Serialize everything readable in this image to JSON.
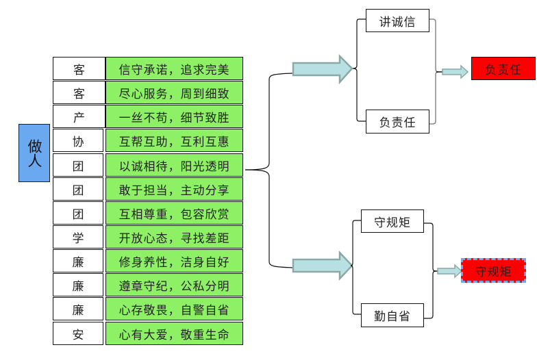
{
  "root": {
    "label": "做人"
  },
  "rows": [
    {
      "key": "客",
      "value": "信守承诺，追求完美"
    },
    {
      "key": "客",
      "value": "尽心服务，周到细致"
    },
    {
      "key": "产",
      "value": "一丝不苟，细节致胜"
    },
    {
      "key": "协",
      "value": "互帮互助，互利互惠"
    },
    {
      "key": "团",
      "value": "以诚相待，阳光透明"
    },
    {
      "key": "团",
      "value": "敢于担当，主动分享"
    },
    {
      "key": "团",
      "value": "互相尊重，包容欣赏"
    },
    {
      "key": "学",
      "value": "开放心态，寻找差距"
    },
    {
      "key": "廉",
      "value": "修身养性，洁身自好"
    },
    {
      "key": "廉",
      "value": "遵章守纪，公私分明"
    },
    {
      "key": "廉",
      "value": "心存敬畏，自警自省"
    },
    {
      "key": "安",
      "value": "心有大爱，敬重生命"
    }
  ],
  "groups": [
    {
      "items": [
        "讲诚信",
        "负责任"
      ],
      "result": "负责任",
      "selected": false
    },
    {
      "items": [
        "守规矩",
        "勤自省"
      ],
      "result": "守规矩",
      "selected": true
    }
  ],
  "colors": {
    "root": "#6aa8f0",
    "value_cell": "#8ef064",
    "result": "#ff0000",
    "arrow_fill": "#b8e0e2",
    "arrow_stroke": "#8aa8a8",
    "selection": "#6aa8f0"
  }
}
